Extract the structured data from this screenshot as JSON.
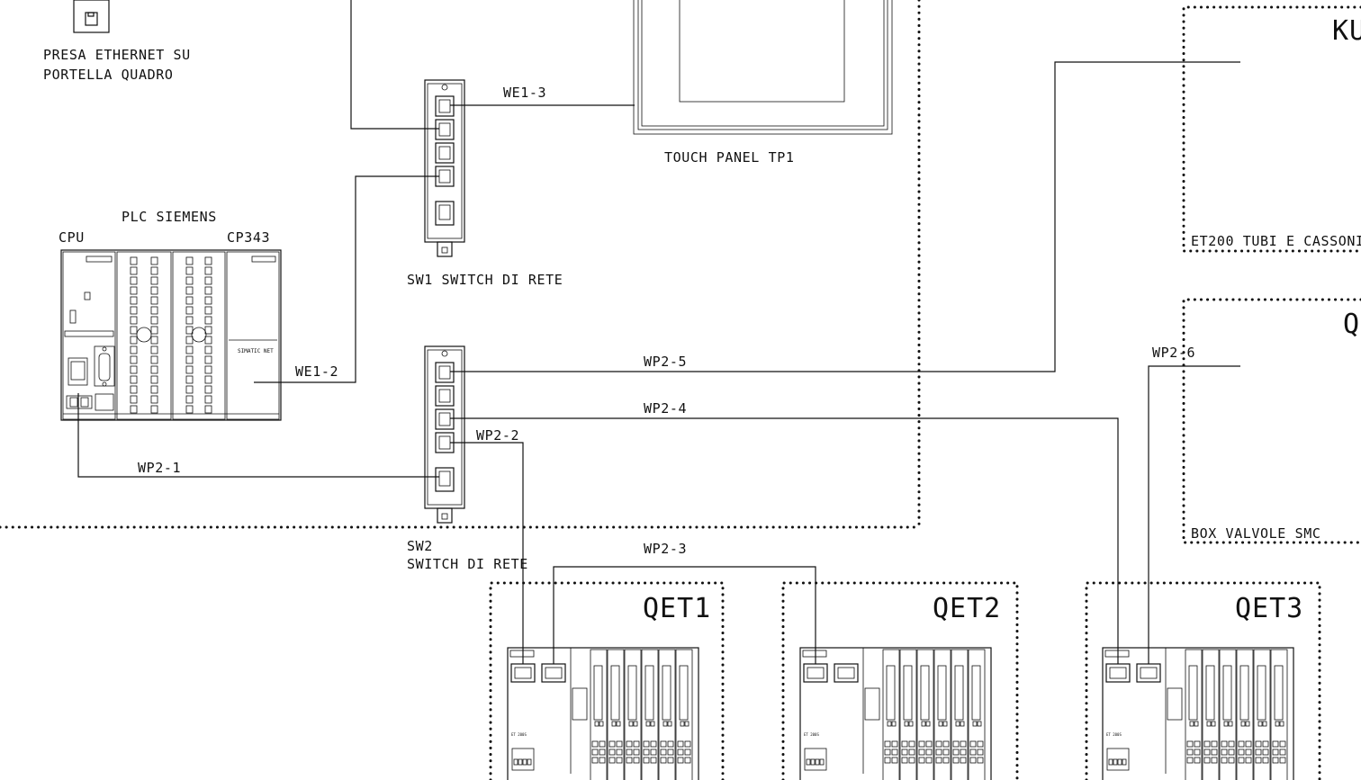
{
  "labels": {
    "ethernet_socket_line1": "PRESA ETHERNET SU",
    "ethernet_socket_line2": "PORTELLA QUADRO",
    "plc_title": "PLC SIEMENS",
    "cpu": "CPU",
    "cp343": "CP343",
    "touch_panel": "TOUCH PANEL TP1",
    "sw1": "SW1 SWITCH DI RETE",
    "sw2_line1": "SW2",
    "sw2_line2": "SWITCH DI RETE",
    "et200_tubi": "ET200 TUBI E CASSONI",
    "box_valvole": "BOX VALVOLE SMC",
    "ku_partial": "KU",
    "q_partial": "Q",
    "simatic_net": "SIMATIC NET",
    "et200s": "ET 200S"
  },
  "cables": {
    "we1_3": "WE1-3",
    "we1_2": "WE1-2",
    "wp2_1": "WP2-1",
    "wp2_2": "WP2-2",
    "wp2_3": "WP2-3",
    "wp2_4": "WP2-4",
    "wp2_5": "WP2-5",
    "wp2_6": "WP2-6"
  },
  "stations": [
    "QET1",
    "QET2",
    "QET3"
  ]
}
